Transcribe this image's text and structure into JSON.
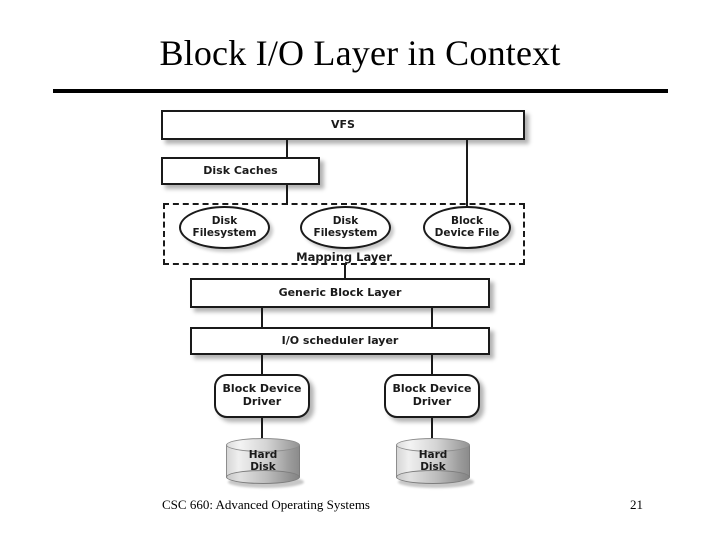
{
  "slide": {
    "title": "Block I/O Layer in Context",
    "footer": {
      "course": "CSC 660: Advanced Operating Systems",
      "page_number": "21"
    }
  },
  "diagram": {
    "vfs": {
      "label": "VFS"
    },
    "disk_caches": {
      "label": "Disk Caches"
    },
    "mapping_layer": {
      "label": "Mapping Layer",
      "nodes": [
        {
          "label": "Disk\nFilesystem",
          "line1": "Disk",
          "line2": "Filesystem"
        },
        {
          "label": "Disk\nFilesystem",
          "line1": "Disk",
          "line2": "Filesystem"
        },
        {
          "label": "Block\nDevice File",
          "line1": "Block",
          "line2": "Device File"
        }
      ]
    },
    "generic_block_layer": {
      "label": "Generic Block Layer"
    },
    "io_scheduler_layer": {
      "label": "I/O scheduler layer"
    },
    "drivers": [
      {
        "line1": "Block Device",
        "line2": "Driver"
      },
      {
        "line1": "Block Device",
        "line2": "Driver"
      }
    ],
    "disks": [
      {
        "line1": "Hard",
        "line2": "Disk"
      },
      {
        "line1": "Hard",
        "line2": "Disk"
      }
    ]
  },
  "colors": {
    "ink": "#1a1a1a",
    "background": "#ffffff",
    "disk_gray_light": "#efefef",
    "disk_gray_dark": "#8c8c8c"
  }
}
